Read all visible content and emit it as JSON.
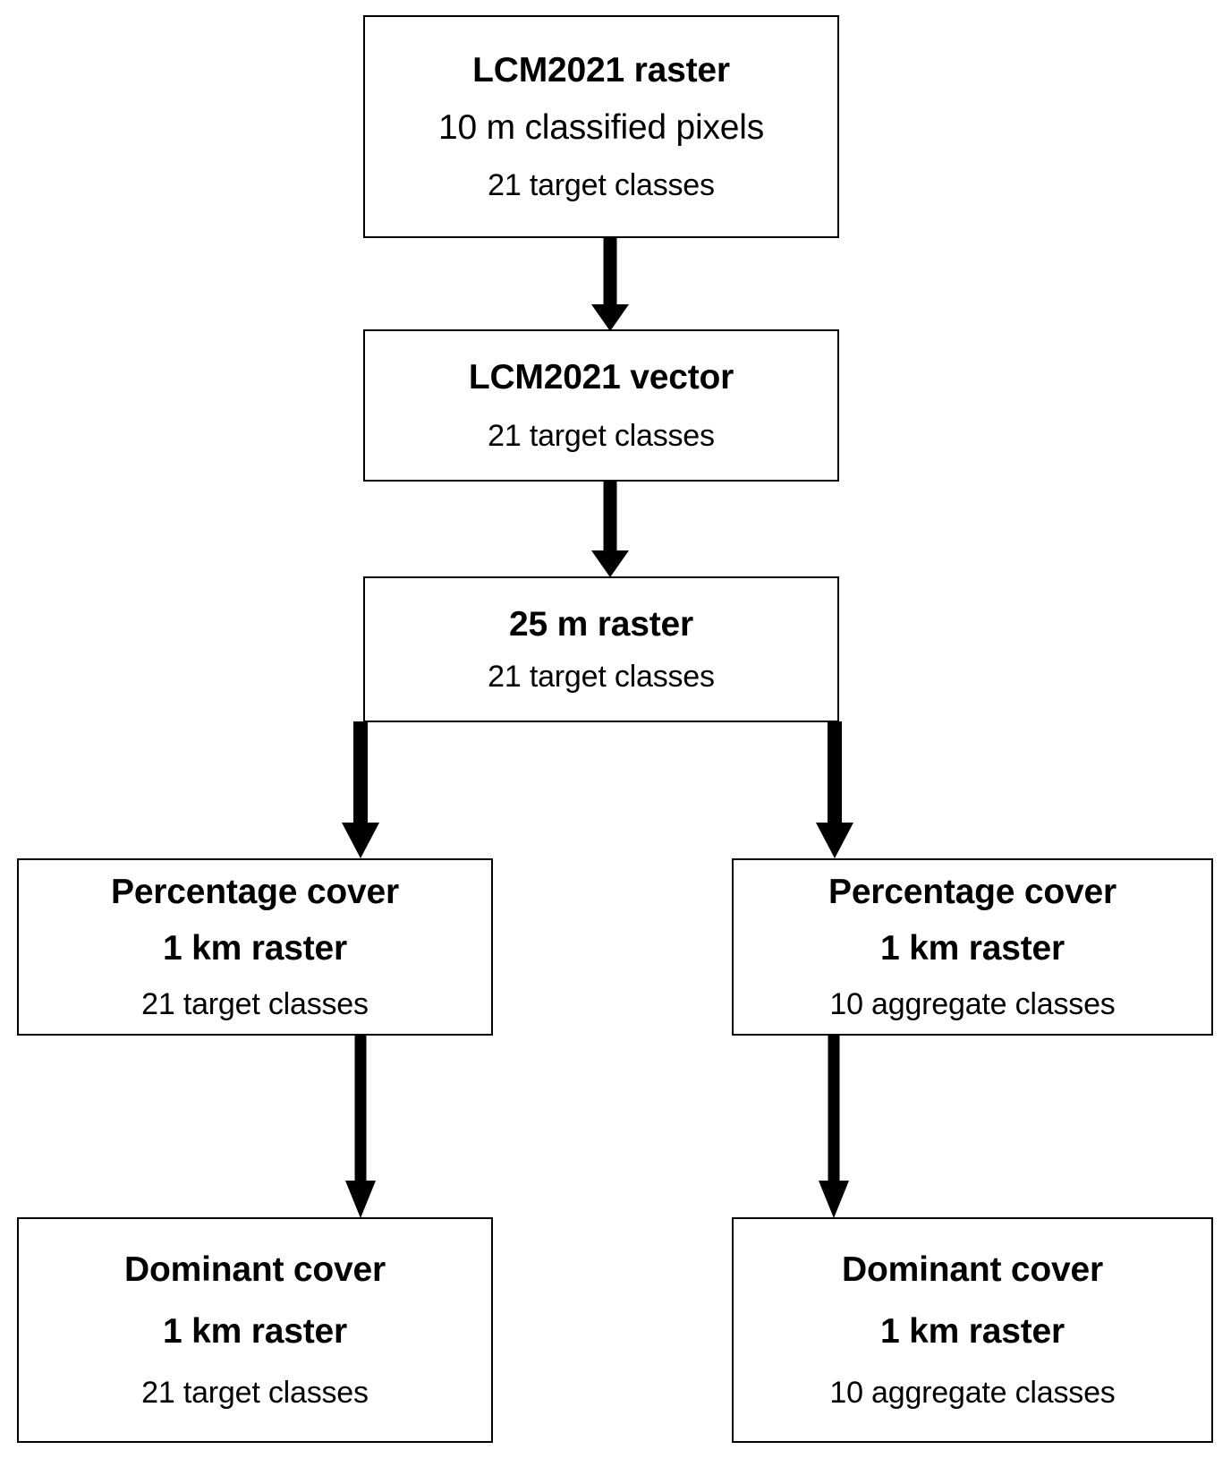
{
  "diagram": {
    "title_note": "LCM2021 product derivation flowchart",
    "background_color": "#ffffff",
    "stroke_color": "#000000",
    "nodes": [
      {
        "id": "lcm2021-raster",
        "name": "lcm-raster-node",
        "lines": [
          {
            "text": "LCM2021 raster",
            "bold": true
          },
          {
            "text": "10 m classified pixels",
            "bold": false
          },
          {
            "text": "21 target classes",
            "bold": false
          }
        ]
      },
      {
        "id": "lcm2021-vector",
        "name": "lcm-vector-node",
        "lines": [
          {
            "text": "LCM2021 vector",
            "bold": true
          },
          {
            "text": "21 target classes",
            "bold": false
          }
        ]
      },
      {
        "id": "raster-25m",
        "name": "raster-25m-node",
        "lines": [
          {
            "text": "25 m raster",
            "bold": true
          },
          {
            "text": "21 target classes",
            "bold": false
          }
        ]
      },
      {
        "id": "percentage-cover-target",
        "name": "percentage-cover-target-node",
        "lines": [
          {
            "text": "Percentage cover",
            "bold": true
          },
          {
            "text": "1 km raster",
            "bold": true
          },
          {
            "text": "21 target classes",
            "bold": false
          }
        ]
      },
      {
        "id": "percentage-cover-aggregate",
        "name": "percentage-cover-aggregate-node",
        "lines": [
          {
            "text": "Percentage cover",
            "bold": true
          },
          {
            "text": "1 km raster",
            "bold": true
          },
          {
            "text": "10 aggregate classes",
            "bold": false
          }
        ]
      },
      {
        "id": "dominant-cover-target",
        "name": "dominant-cover-target-node",
        "lines": [
          {
            "text": "Dominant cover",
            "bold": true
          },
          {
            "text": "1 km raster",
            "bold": true
          },
          {
            "text": "21 target classes",
            "bold": false
          }
        ]
      },
      {
        "id": "dominant-cover-aggregate",
        "name": "dominant-cover-aggregate-node",
        "lines": [
          {
            "text": "Dominant cover",
            "bold": true
          },
          {
            "text": "1 km raster",
            "bold": true
          },
          {
            "text": "10 aggregate classes",
            "bold": false
          }
        ]
      }
    ],
    "edges": [
      {
        "id": "edge-raster-to-vector",
        "from": "lcm2021-raster",
        "to": "lcm2021-vector"
      },
      {
        "id": "edge-vector-to-25m",
        "from": "lcm2021-vector",
        "to": "raster-25m"
      },
      {
        "id": "edge-25m-to-pct-target",
        "from": "raster-25m",
        "to": "percentage-cover-target"
      },
      {
        "id": "edge-25m-to-pct-aggregate",
        "from": "raster-25m",
        "to": "percentage-cover-aggregate"
      },
      {
        "id": "edge-pct-target-to-dom-target",
        "from": "percentage-cover-target",
        "to": "dominant-cover-target"
      },
      {
        "id": "edge-pct-aggregate-to-dom-aggregate",
        "from": "percentage-cover-aggregate",
        "to": "dominant-cover-aggregate"
      }
    ]
  }
}
